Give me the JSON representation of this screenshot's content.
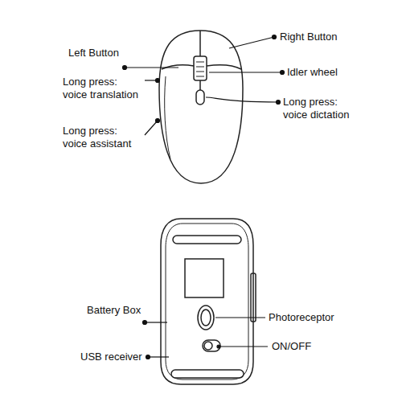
{
  "diagram": {
    "labels": [
      "Left Button",
      "Right Button",
      "Long press: voice translation",
      "Idler wheel",
      "Long press: voice dictation",
      "Long press: voice assistant",
      "Battery Box",
      "Photoreceptor",
      "ON/OFF",
      "USB receiver"
    ]
  }
}
